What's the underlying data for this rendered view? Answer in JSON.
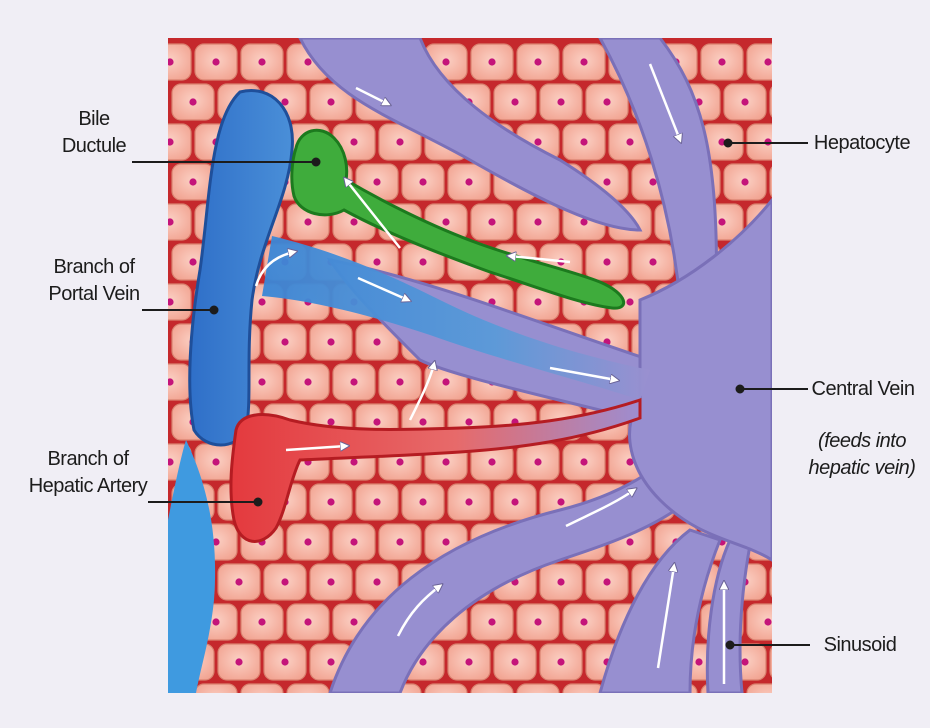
{
  "labels": {
    "bile_ductule": [
      "Bile",
      "Ductule"
    ],
    "portal_vein": [
      "Branch of",
      "Portal Vein"
    ],
    "hepatic_artery": [
      "Branch of",
      "Hepatic Artery"
    ],
    "hepatocyte": "Hepatocyte",
    "central_vein": "Central Vein",
    "central_vein_note": [
      "(feeds into",
      "hepatic vein)"
    ],
    "sinusoid": "Sinusoid"
  },
  "colors": {
    "background": "#f0eef5",
    "blood": "#c5282c",
    "cell": "#f6b4a5",
    "cell_edge": "#d98270",
    "nucleus": "#c4147a",
    "sinusoid": "#978fd0",
    "portal_vein": "#3f85d2",
    "hepatic_artery": "#e84b4b",
    "bile_ductule": "#3fac3c"
  }
}
